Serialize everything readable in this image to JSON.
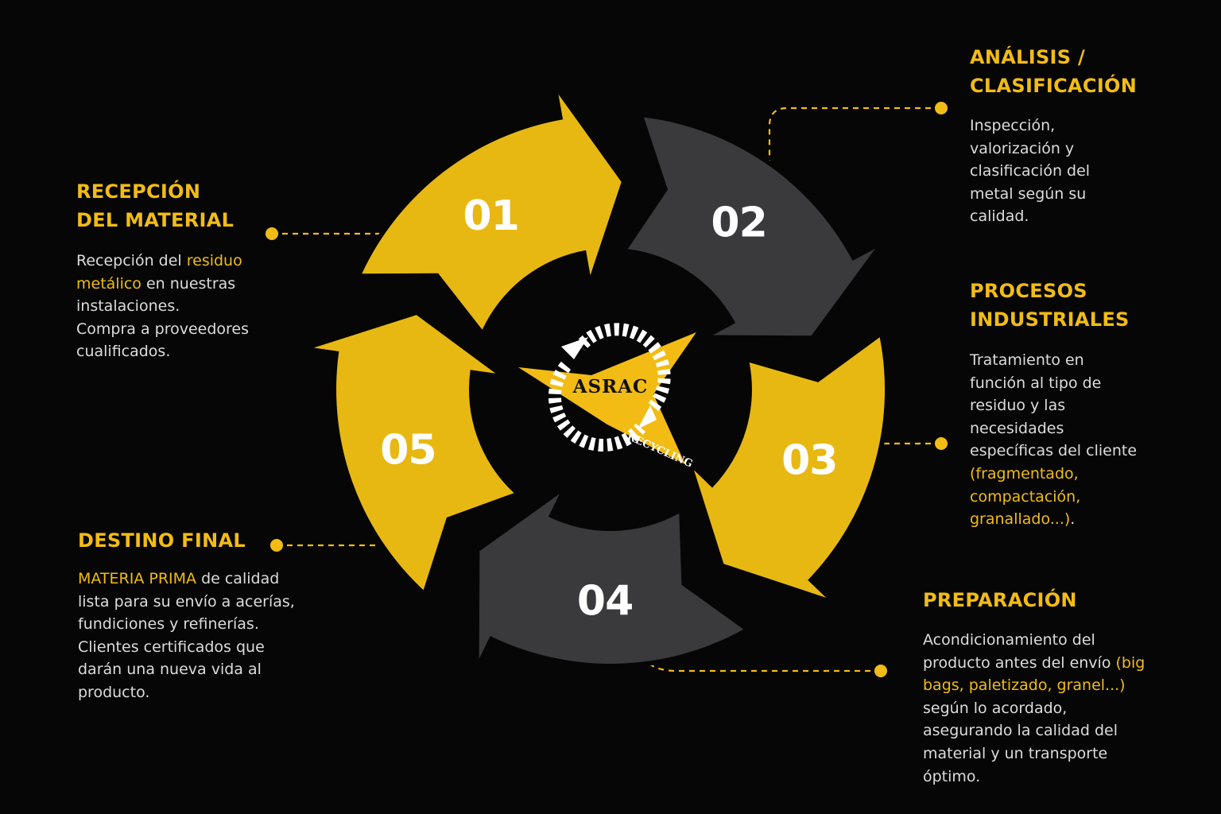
{
  "colors": {
    "background": "#060606",
    "accent_yellow": "#F2BC14",
    "arrow_yellow": "#E8B812",
    "arrow_gray": "#3A3A3C",
    "text_light": "#DCDCDC"
  },
  "logo": {
    "name": "ASRAC",
    "subtitle": "RECYCLING",
    "icon": "recycling-arrows-logo"
  },
  "cycle": [
    {
      "number": "01",
      "color": "yellow"
    },
    {
      "number": "02",
      "color": "gray"
    },
    {
      "number": "03",
      "color": "yellow"
    },
    {
      "number": "04",
      "color": "gray"
    },
    {
      "number": "05",
      "color": "yellow"
    }
  ],
  "steps": {
    "recepcion": {
      "title_1": "RECEPCIÓN",
      "title_2": "DEL MATERIAL",
      "text_a": "Recepción del ",
      "hl_a": "residuo",
      "hl_b": "metálico",
      "text_b": " en nuestras",
      "text_c": "instalaciones.",
      "text_d": "Compra a proveedores",
      "text_e": "cualificados."
    },
    "analisis": {
      "title_1": "ANÁLISIS /",
      "title_2": "CLASIFICACIÓN",
      "line_1": "Inspección,",
      "line_2": "valorización y",
      "line_3": "clasificación del",
      "line_4": "metal según su",
      "line_5": "calidad."
    },
    "procesos": {
      "title_1": "PROCESOS",
      "title_2": "INDUSTRIALES",
      "line_1": "Tratamiento en",
      "line_2": "función al tipo de",
      "line_3": "residuo y las",
      "line_4": "necesidades",
      "line_5": "específicas del cliente",
      "hl_1": "(fragmentado,",
      "hl_2": "compactación,",
      "hl_3": "granallado...)",
      "end": "."
    },
    "preparacion": {
      "title": "PREPARACIÓN",
      "line_1": "Acondicionamiento del",
      "line_2a": "producto antes del envío ",
      "hl_1": "(big",
      "hl_2": "bags, paletizado, granel...)",
      "line_3": "según lo acordado,",
      "line_4": "asegurando la calidad del",
      "line_5": "material y un transporte",
      "line_6": "óptimo."
    },
    "destino": {
      "title": "DESTINO FINAL",
      "hl_1": "MATERIA PRIMA",
      "line_1b": " de calidad",
      "line_2": "lista para su envío a acerías,",
      "line_3": "fundiciones y refinerías.",
      "line_4": "Clientes certificados que",
      "line_5": "darán una nueva vida al",
      "line_6": "producto."
    }
  }
}
